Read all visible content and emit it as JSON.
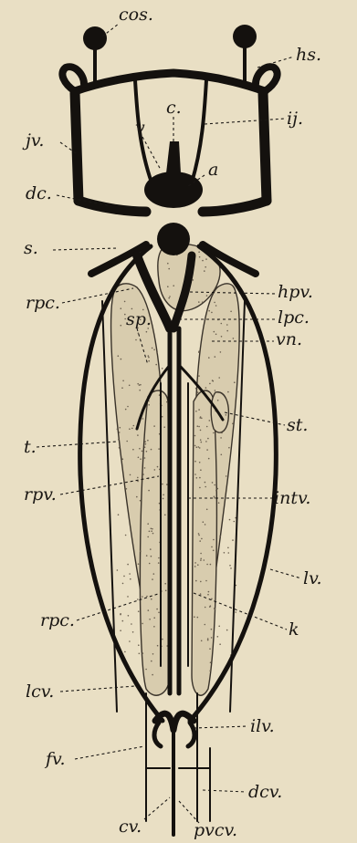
{
  "figure": {
    "background": "#e9dfc4",
    "ink": "#14110e",
    "organ_fill": "#d8ccae"
  },
  "labels": {
    "cos": "cos.",
    "hs": "hs.",
    "c": "c.",
    "ij": "ij.",
    "jv": "jv.",
    "v": "v",
    "a": "a",
    "dc": "dc.",
    "s": "s.",
    "rpc_upper": "rpc.",
    "hpv": "hpv.",
    "sp": "sp.",
    "lpc": "lpc.",
    "vn": "vn.",
    "st": "st.",
    "t": "t.",
    "rpv": "rpv.",
    "intv": "intv.",
    "lv": "lv.",
    "rpc_lower": "rpc.",
    "k": "k",
    "lcv": "lcv.",
    "ilv": "ilv.",
    "fv": "fv.",
    "dcv": "dcv.",
    "cv": "cv.",
    "pvcv": "pvcv."
  }
}
